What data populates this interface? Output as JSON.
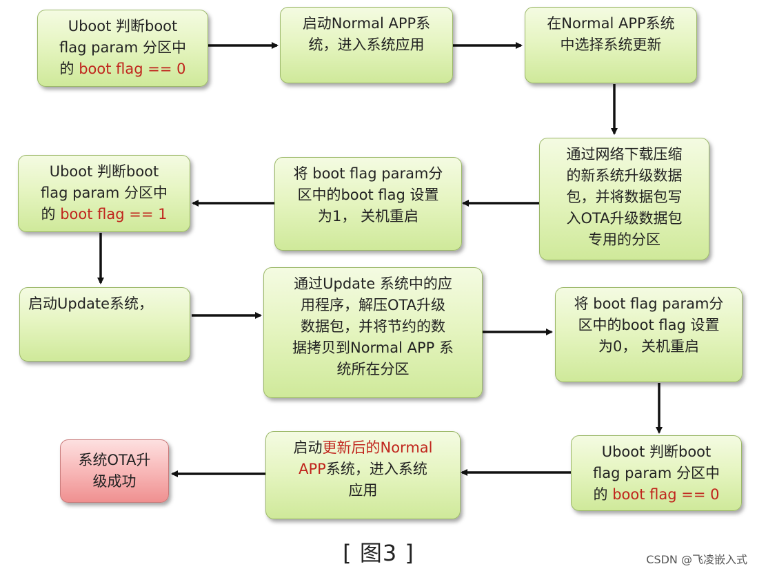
{
  "nodes": {
    "n1": {
      "pre": "Uboot 判断boot\nflag param 分区中\n的 ",
      "hl": "boot flag == 0"
    },
    "n2": {
      "text": "启动Normal APP系\n统，进入系统应用"
    },
    "n3": {
      "text": "在Normal APP系统\n中选择系统更新"
    },
    "n4": {
      "text": "通过网络下载压缩\n的新系统升级数据\n包，并将数据包写\n入OTA升级数据包\n专用的分区"
    },
    "n5": {
      "text": "将 boot flag param分\n区中的boot flag 设置\n为1， 关机重启"
    },
    "n6": {
      "pre": "Uboot 判断boot\nflag param 分区中\n的 ",
      "hl": "boot flag == 1"
    },
    "n7": {
      "text": "启动Update系统，"
    },
    "n8": {
      "text": "通过Update 系统中的应\n用程序，解压OTA升级\n数据包，并将节约的数\n据拷贝到Normal APP 系\n统所在分区"
    },
    "n9": {
      "text": "将 boot flag param分\n区中的boot flag 设置\n为0， 关机重启"
    },
    "n10": {
      "pre": "Uboot 判断boot\nflag param 分区中\n的 ",
      "hl": "boot flag == 0"
    },
    "n11": {
      "pre": "启动",
      "hl": "更新后的Normal\nAPP",
      "post": "系统，进入系统\n应用"
    },
    "n12": {
      "text": "系统OTA升\n级成功"
    }
  },
  "caption": "[ 图3 ]",
  "watermark": "CSDN @飞凌嵌入式",
  "colors": {
    "box_fill": "#e6f5c2",
    "box_border": "#9bb868",
    "success_fill": "#f8b8b8",
    "highlight_text": "#c0241c",
    "arrow": "#111111"
  }
}
